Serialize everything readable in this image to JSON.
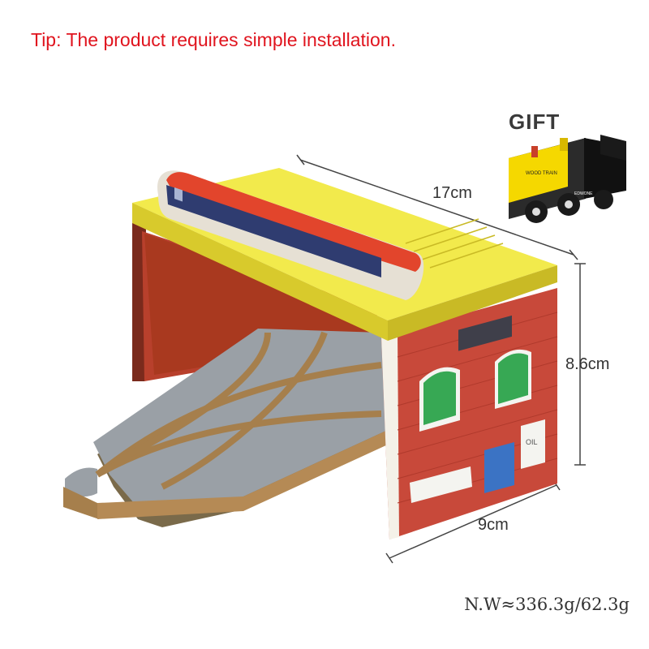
{
  "tip": "Tip: The product requires simple installation.",
  "gift_label": "GIFT",
  "dimensions": {
    "length": "17cm",
    "height": "8.6cm",
    "width": "9cm"
  },
  "net_weight": "N.W≈336.3g/62.3g",
  "train_labels": {
    "side_text": "WOOD TRAIN",
    "brand": "EDWONE"
  },
  "sign_text": "OIL",
  "colors": {
    "tip": "#e0141e",
    "roof": "#f2ea4c",
    "brick": "#c8493a",
    "track": "#9aa0a6",
    "wall": "#b8402c",
    "toy_train_body": "#f5d800"
  }
}
